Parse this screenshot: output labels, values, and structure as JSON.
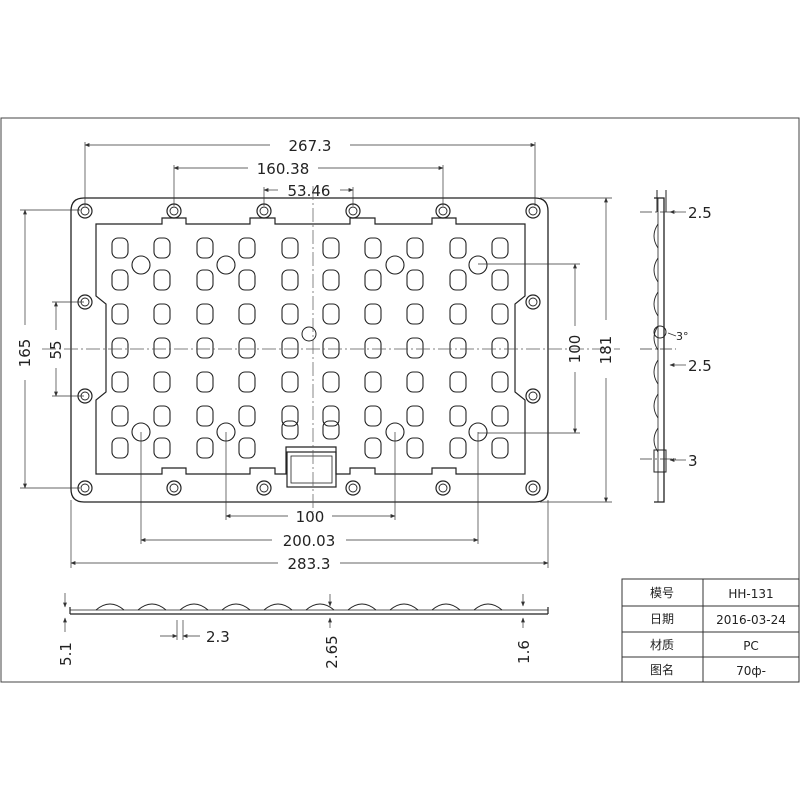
{
  "dimensions": {
    "top_width": "267.3",
    "top_hole_span": "160.38",
    "top_inner_span": "53.46",
    "left_height": "165",
    "left_inner": "55",
    "right_height": "181",
    "right_inner": "100",
    "bottom_inner": "100",
    "bottom_mid": "200.03",
    "bottom_overall": "283.3",
    "side_top": "2.5",
    "side_mid": "2.5",
    "side_bottom": "3",
    "side_angle": "3°",
    "front_height": "5.1",
    "front_gap": "2.3",
    "front_center": "2.65",
    "front_edge": "1.6"
  },
  "title_block": {
    "rows": [
      {
        "label": "模号",
        "value": "HH-131"
      },
      {
        "label": "日期",
        "value": "2016-03-24"
      },
      {
        "label": "材质",
        "value": "PC"
      },
      {
        "label": "图名",
        "value": "70ф-"
      }
    ]
  }
}
